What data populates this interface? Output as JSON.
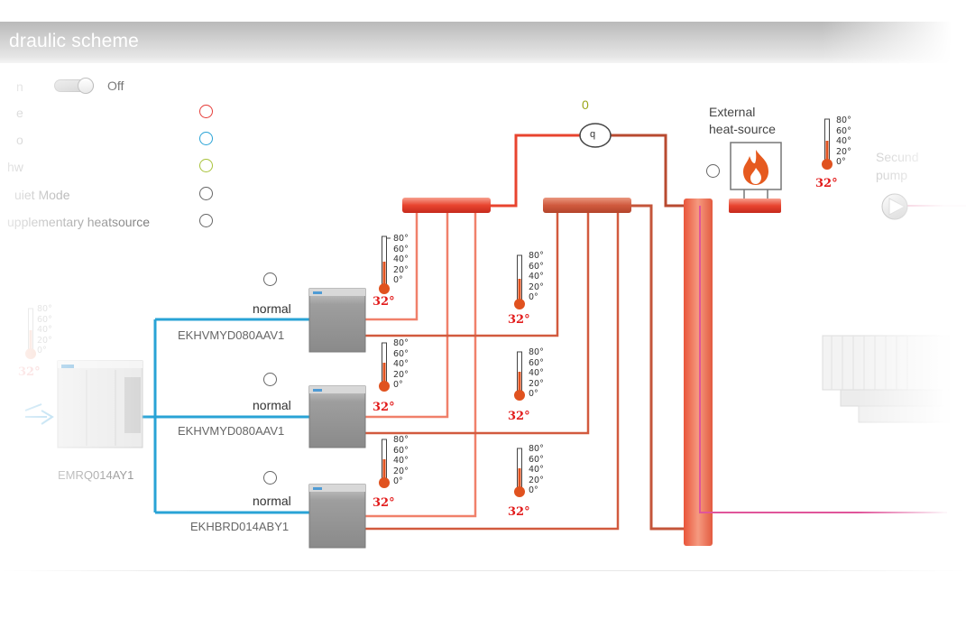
{
  "header": {
    "title": "draulic scheme"
  },
  "toggle": {
    "label_left": "n",
    "label_right": "Off",
    "state": "on"
  },
  "legend": [
    {
      "label": "e",
      "color": "#e53935"
    },
    {
      "label": "o",
      "color": "#29a3d6"
    },
    {
      "label": "hw",
      "color": "#a8c23a"
    },
    {
      "label": "uiet Mode",
      "color": "#666666"
    },
    {
      "label": "upplementary heatsource",
      "color": "#666666"
    }
  ],
  "outdoor_unit": {
    "model": "EMRQ014AY1",
    "temperature": "32°"
  },
  "indoor_units": [
    {
      "mode": "normal",
      "model": "EKHVMYD080AAV1",
      "temperature": "32°",
      "return_temperature": "32°"
    },
    {
      "mode": "normal",
      "model": "EKHVMYD080AAV1",
      "temperature": "32°",
      "return_temperature": "32°"
    },
    {
      "mode": "normal",
      "model": "EKHBRD014ABY1",
      "temperature": "32°",
      "return_temperature": "32°"
    }
  ],
  "thermometer_scale": [
    "80°",
    "60°",
    "40°",
    "20°",
    "0°"
  ],
  "flow_meter": {
    "value": "0",
    "symbol": "q"
  },
  "external_heat_source": {
    "label_line1": "External",
    "label_line2": "heat-source",
    "temperature": "32°"
  },
  "secondary_pump": {
    "label_line1": "Secund",
    "label_line2": "pump"
  },
  "colors": {
    "supply": "#e8442f",
    "return": "#c4553a",
    "cold": "#29a3d6",
    "pink": "#e0559a"
  }
}
